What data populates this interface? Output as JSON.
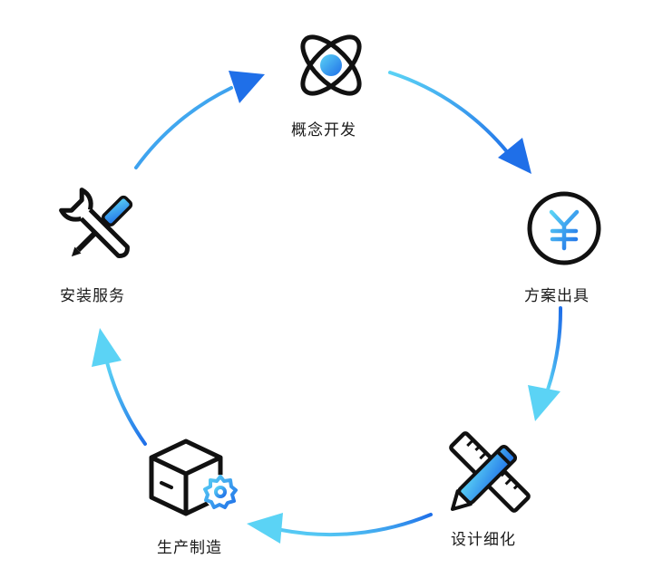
{
  "diagram": {
    "steps": [
      {
        "label": "概念开发",
        "icon": "atom-icon"
      },
      {
        "label": "方案出具",
        "icon": "yuan-coin-icon"
      },
      {
        "label": "设计细化",
        "icon": "ruler-pencil-icon"
      },
      {
        "label": "生产制造",
        "icon": "box-gear-icon"
      },
      {
        "label": "安装服务",
        "icon": "wrench-screwdriver-icon"
      }
    ],
    "colors": {
      "icon_stroke": "#111111",
      "accent_light": "#5bd3f5",
      "accent_dark": "#1f6fe8"
    }
  }
}
